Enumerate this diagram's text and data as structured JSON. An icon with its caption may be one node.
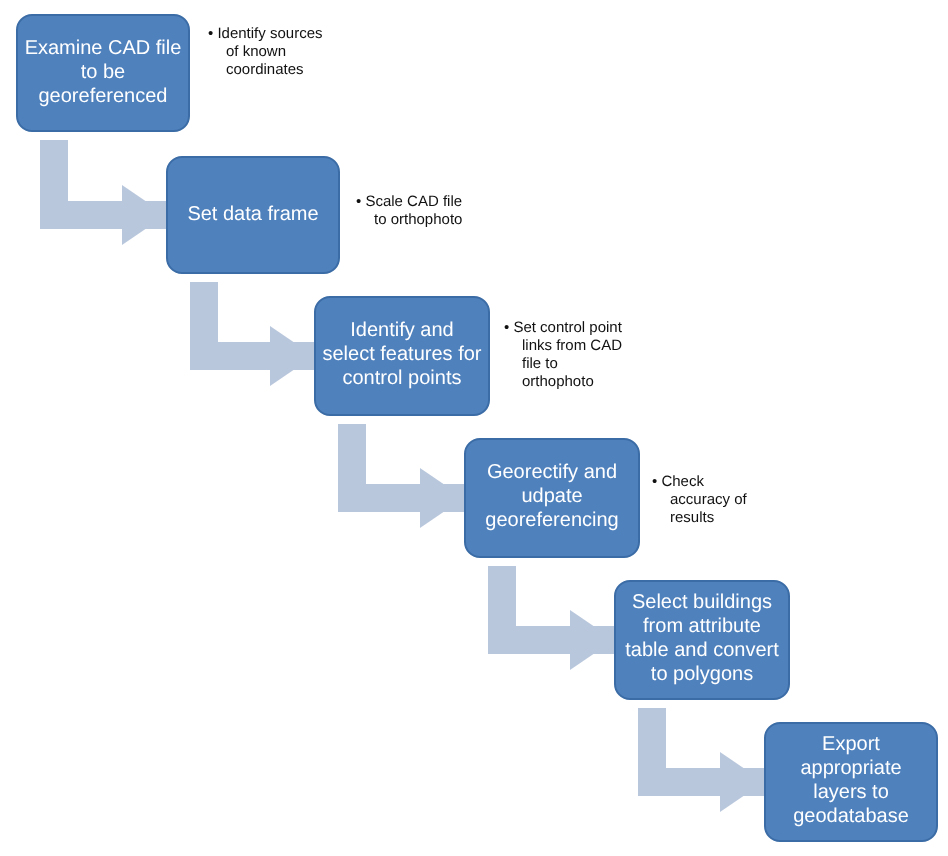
{
  "diagram": {
    "nodes": [
      {
        "text": [
          "Examine CAD file to be georeferenced"
        ],
        "beside": [
          "• Identify sources of known coordinates"
        ]
      },
      {
        "text": [
          "Set data frame"
        ],
        "beside": [
          "• Scale CAD file to orthophoto"
        ]
      },
      {
        "text": [
          "Identify and select features for control points"
        ],
        "beside": [
          "• Set control point links from CAD file to orthophoto"
        ]
      },
      {
        "text": [
          "Georectify and udpate georeferencing"
        ],
        "beside": [
          "• Check accuracy of results"
        ]
      },
      {
        "text": [
          "Select buildings from attribute table and convert to polygons"
        ]
      },
      {
        "text": [
          "Export appropriate layers to geodatabase"
        ]
      }
    ],
    "edges": [
      {
        "from": 0,
        "to": 1,
        "arrow": "to"
      },
      {
        "from": 1,
        "to": 2,
        "arrow": "to"
      },
      {
        "from": 2,
        "to": 3,
        "arrow": "to"
      },
      {
        "from": 3,
        "to": 4,
        "arrow": "to"
      },
      {
        "from": 4,
        "to": 5,
        "arrow": "to"
      }
    ]
  }
}
